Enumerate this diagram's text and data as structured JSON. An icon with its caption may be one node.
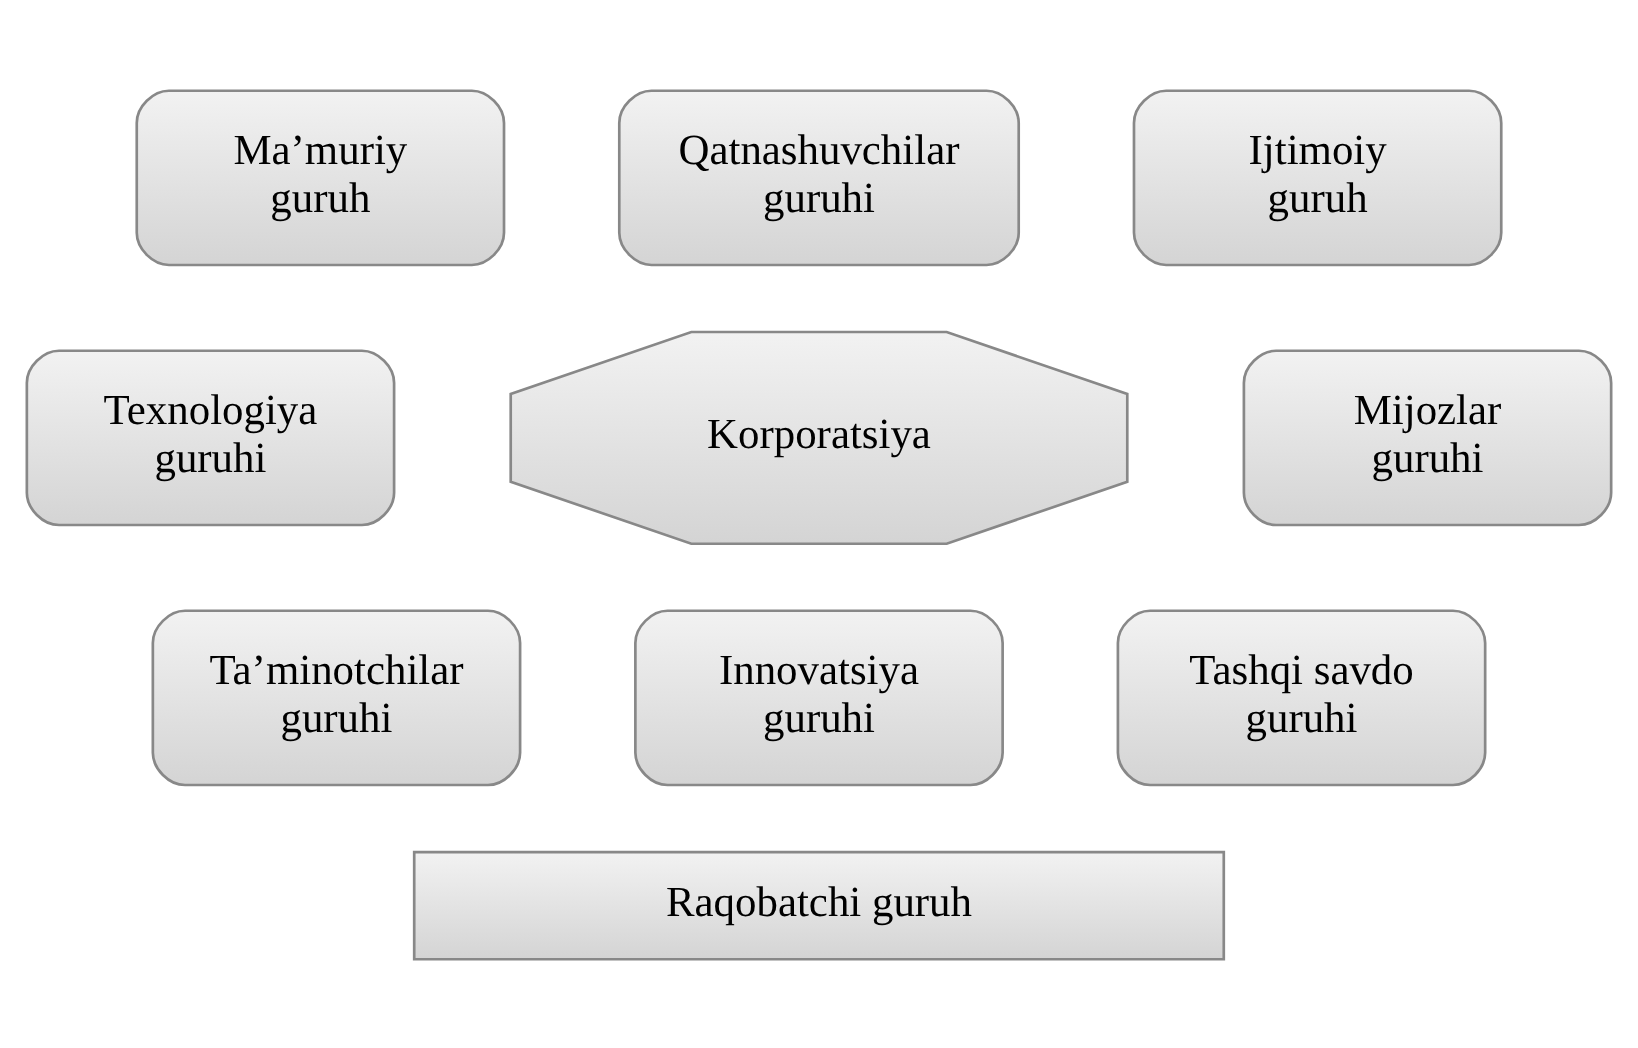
{
  "diagram": {
    "nodes": [
      {
        "text": [
          "Ma’muriy guruh"
        ]
      },
      {
        "text": [
          "Qatnashuvchilar guruhi"
        ]
      },
      {
        "text": [
          "Ijtimoiy guruh"
        ]
      },
      {
        "text": [
          "Texnologiya guruhi"
        ]
      },
      {
        "text": [
          "Korporatsiya"
        ]
      },
      {
        "text": [
          "Mijozlar guruhi"
        ]
      },
      {
        "text": [
          "Ta’minotchilar guruhi"
        ]
      },
      {
        "text": [
          "Tashqi savdo guruhi"
        ]
      },
      {
        "text": [
          "Innovatsiya guruhi"
        ]
      },
      {
        "text": [
          "Raqobatchi guruh"
        ]
      }
    ]
  }
}
